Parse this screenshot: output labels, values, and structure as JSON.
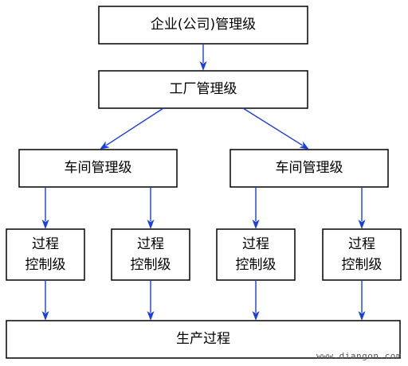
{
  "nodes": {
    "enterprise": "企业(公司)管理级",
    "factory": "工厂管理级",
    "workshop_left": "车间管理级",
    "workshop_right": "车间管理级",
    "process_control_1_line1": "过程",
    "process_control_1_line2": "控制级",
    "process_control_2_line1": "过程",
    "process_control_2_line2": "控制级",
    "process_control_3_line1": "过程",
    "process_control_3_line2": "控制级",
    "process_control_4_line1": "过程",
    "process_control_4_line2": "控制级",
    "production": "生产过程"
  },
  "watermark": "www.diangon.com",
  "colors": {
    "arrow": "#1a3fe0",
    "box_border": "#000000",
    "text": "#000000"
  }
}
